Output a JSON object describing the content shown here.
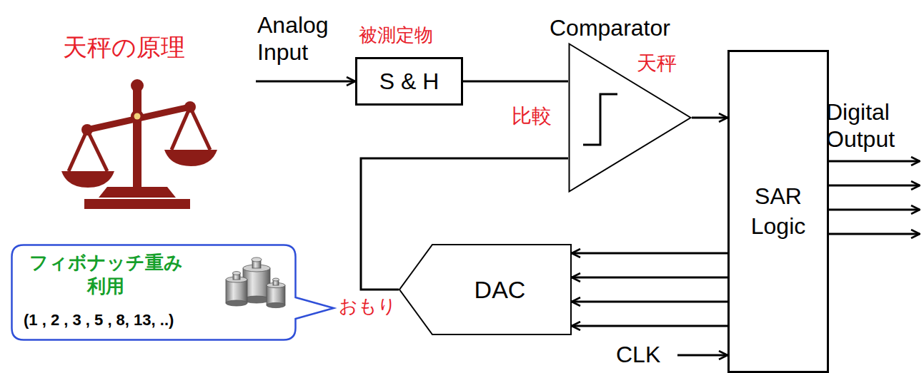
{
  "diagram": {
    "title": "天秤の原理",
    "nodes": [
      {
        "text": [
          "S & H"
        ]
      },
      {
        "text": [
          "Comparator",
          "天秤"
        ]
      },
      {
        "text": [
          "SAR Logic"
        ]
      },
      {
        "text": [
          "DAC"
        ]
      },
      {
        "text": [
          "フィボナッチ重み 利用",
          "(1 , 2 , 3 , 5 , 8, 13, ..)"
        ]
      }
    ],
    "edges": [
      {
        "from": 0,
        "to": 1,
        "arrow": "none"
      },
      {
        "from": 1,
        "to": 2,
        "arrow": "to"
      },
      {
        "from": 2,
        "to": 3,
        "arrow": "to"
      },
      {
        "from": 2,
        "to": 3,
        "arrow": "to"
      },
      {
        "from": 2,
        "to": 3,
        "arrow": "to"
      },
      {
        "from": 2,
        "to": 3,
        "arrow": "to"
      },
      {
        "from": 3,
        "to": 1,
        "arrow": "none"
      }
    ],
    "labels": [
      "Analog Input",
      "被測定物",
      "比較",
      "Digital Output",
      "おもり",
      "CLK"
    ]
  }
}
